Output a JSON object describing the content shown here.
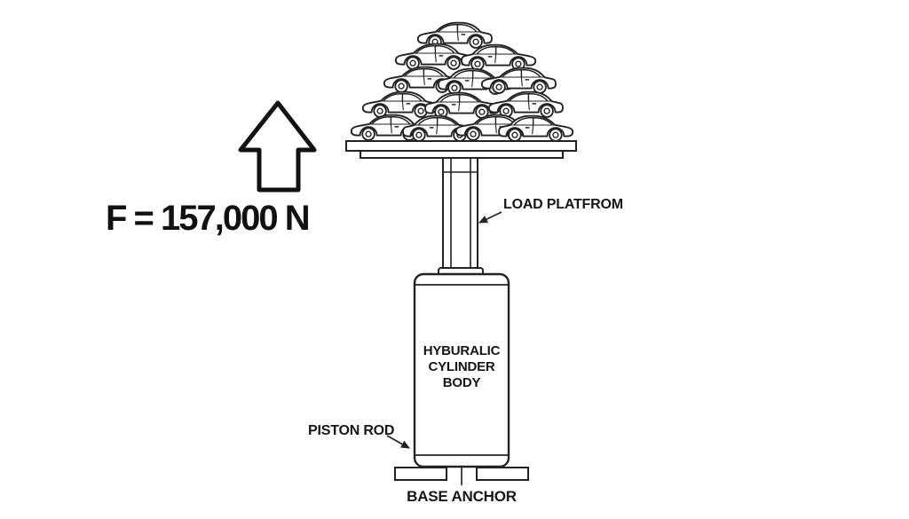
{
  "force": {
    "label": "F = 157,000 N"
  },
  "callouts": {
    "load_platform": "LOAD PLATFROM",
    "piston_rod": "PISTON ROD",
    "base_anchor": "BASE ANCHOR"
  },
  "cylinder": {
    "line1": "HYBURALIC",
    "line2": "CYLINDER",
    "line3": "BODY"
  },
  "icons": {
    "force_arrow": "up-block-arrow",
    "load_platform_leader": "leader-arrow-down-left",
    "piston_rod_leader": "leader-arrow-down-right"
  },
  "colors": {
    "line": "#222222",
    "arrow_outline": "#111111",
    "text": "#161616",
    "background": "#ffffff"
  }
}
